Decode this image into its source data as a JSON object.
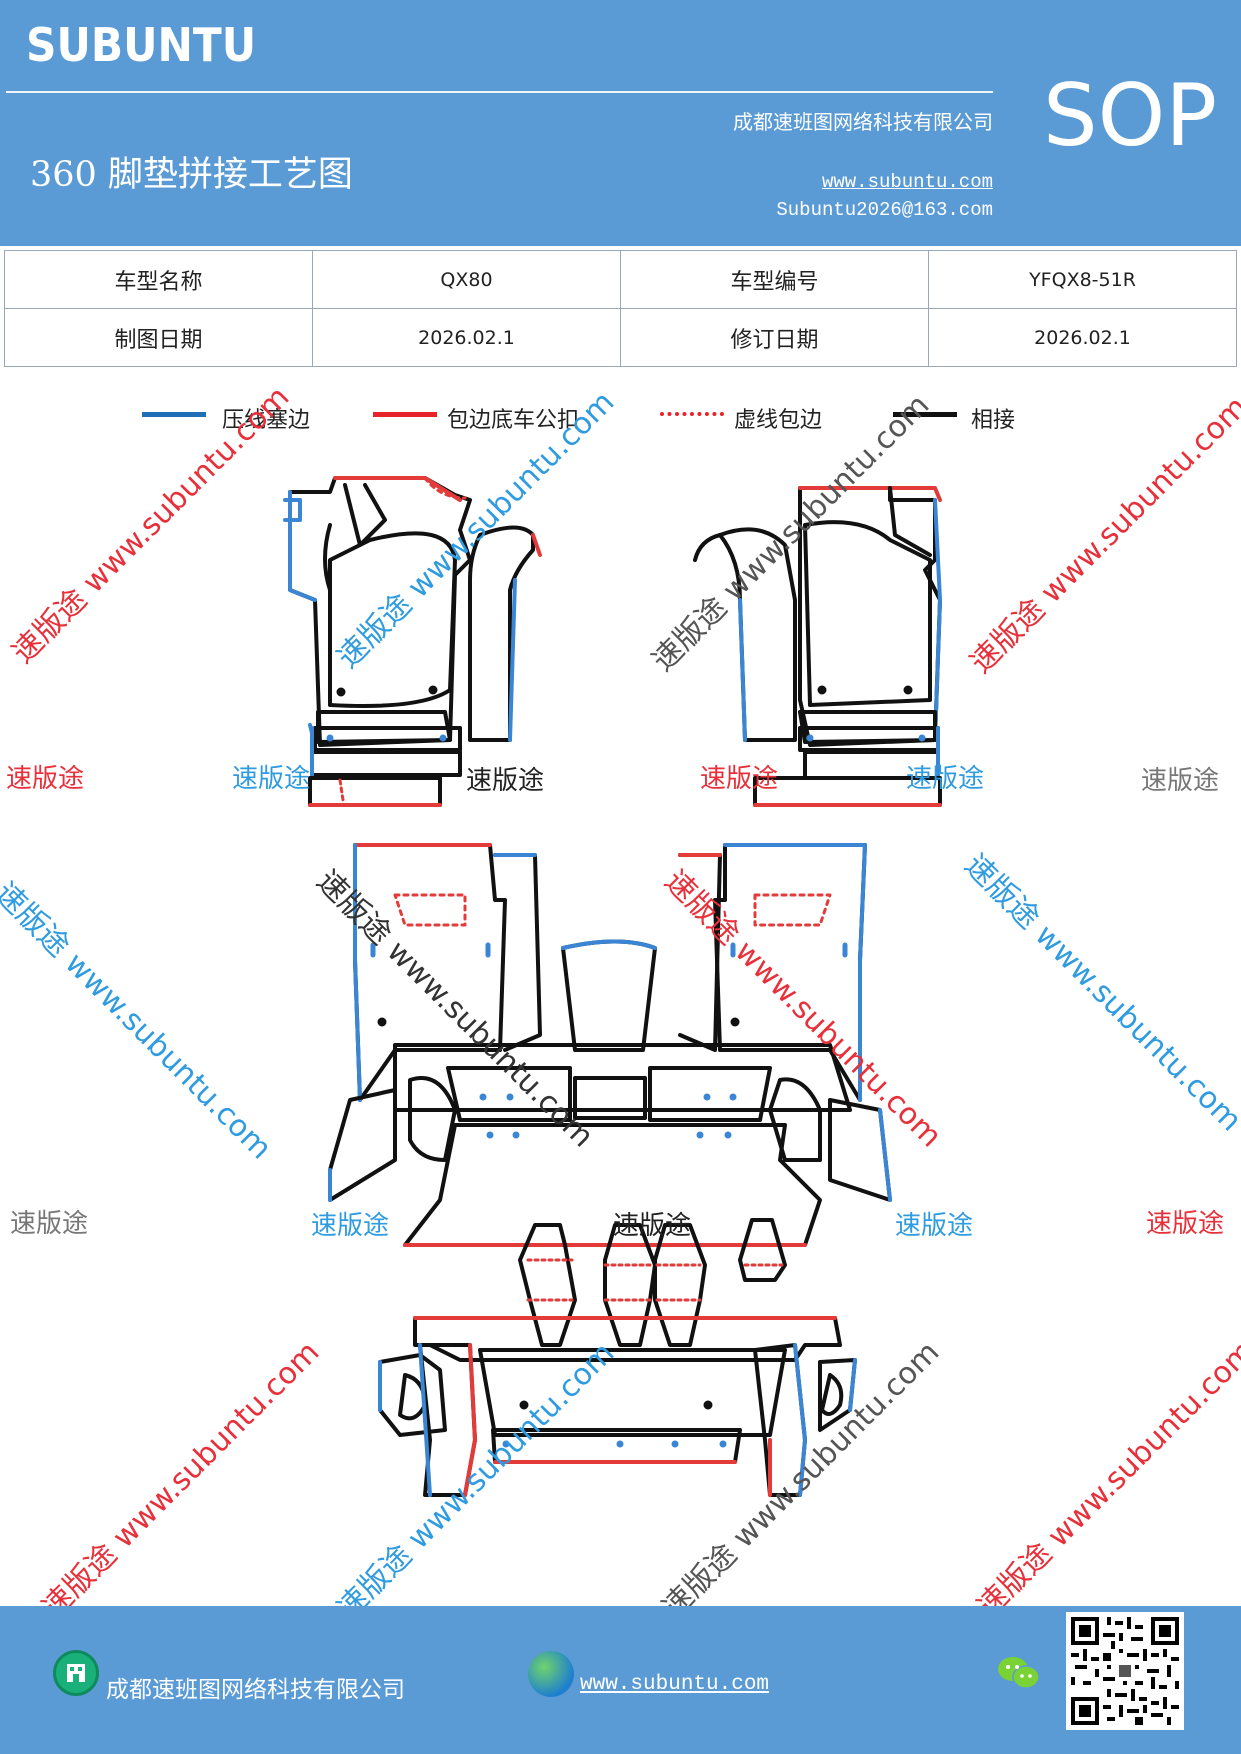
{
  "header": {
    "brand": "SUBUNTU",
    "title": "360 脚垫拼接工艺图",
    "company": "成都速班图网络科技有限公司",
    "website": "www.subuntu.com",
    "email": "Subuntu2026@163.com",
    "badge": "SOP"
  },
  "info_table": {
    "rows": [
      {
        "label_a": "车型名称",
        "value_a": "QX80",
        "label_b": "车型编号",
        "value_b": "YFQX8-51R"
      },
      {
        "label_a": "制图日期",
        "value_a": "2026.02.1",
        "label_b": "修订日期",
        "value_b": "2026.02.1"
      }
    ]
  },
  "legend": {
    "items": [
      {
        "label": "压线塞边",
        "color": "#1f6fb8",
        "style": "solid"
      },
      {
        "label": "包边底车公扣",
        "color": "#e8242a",
        "style": "solid"
      },
      {
        "label": "虚线包边",
        "color": "#e8242a",
        "style": "dotted"
      },
      {
        "label": "相接",
        "color": "#111111",
        "style": "solid"
      }
    ]
  },
  "colors": {
    "header_bg": "#5b9bd5",
    "blue_edge": "#3a86d4",
    "red_edge": "#e33a3a",
    "black_edge": "#111111",
    "watermark_red": "#e8303a",
    "watermark_blue": "#2f9be0",
    "watermark_gray": "#777777"
  },
  "watermarks": {
    "url_text": "速版途 www.subuntu.com",
    "short_text": "速版途"
  },
  "footer": {
    "company": "成都速班图网络科技有限公司",
    "website": "www.subuntu.com",
    "icons": [
      "building-icon",
      "globe-icon",
      "wechat-icon",
      "qr-code"
    ]
  }
}
